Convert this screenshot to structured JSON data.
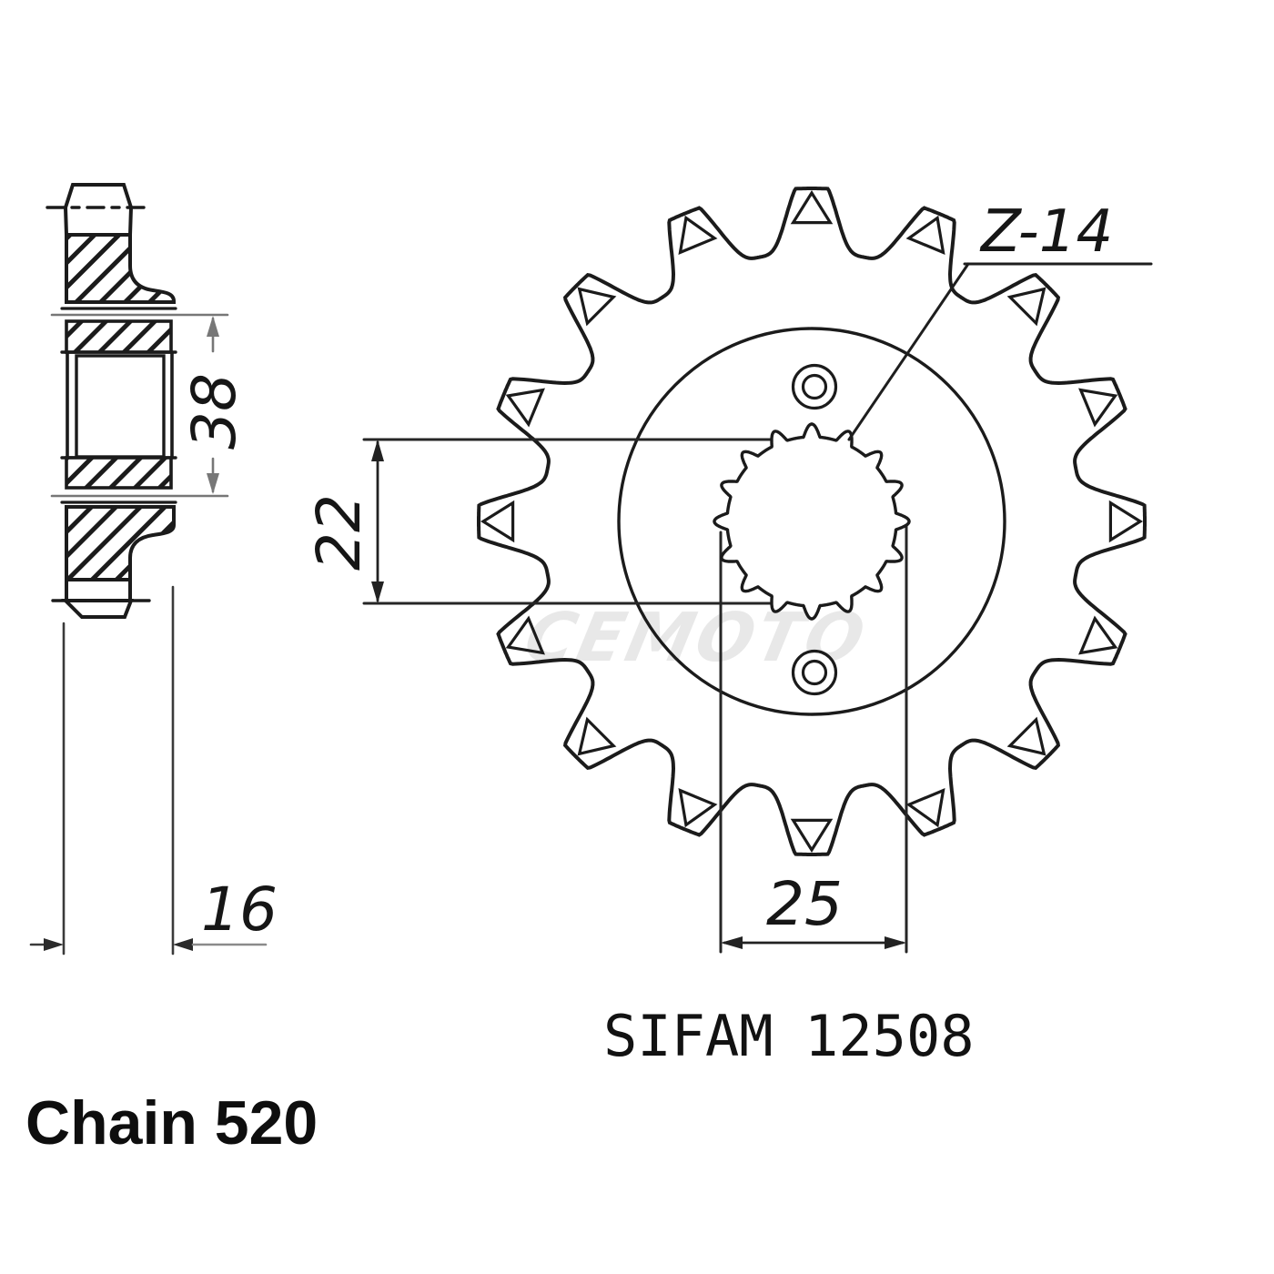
{
  "diagram": {
    "type": "sprocket-technical-drawing",
    "teeth_label": "Z-14",
    "dimensions": {
      "hub_height": "38",
      "thickness": "16",
      "bore_height": "22",
      "hub_width": "25"
    },
    "maker": "SIFAM",
    "part_number": "12508",
    "chain_label": "Chain 520",
    "watermark": "CEMOTO",
    "colors": {
      "ink": "#1b1b1b",
      "dim_gray": "#777777",
      "watermark_gray": "#e8e8e8",
      "background": "#ffffff"
    }
  }
}
